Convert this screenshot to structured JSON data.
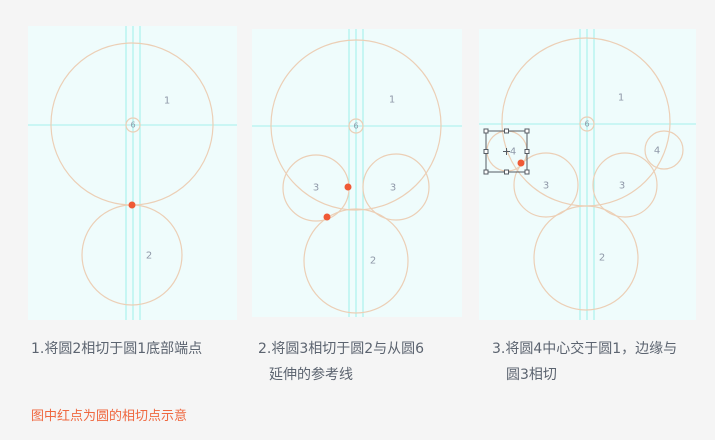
{
  "panels": [
    {
      "caption_line1": "1.将圆2相切于圆1底部端点",
      "caption_line2": "",
      "circles": [
        {
          "label": "1"
        },
        {
          "label": "6"
        },
        {
          "label": "2"
        }
      ]
    },
    {
      "caption_line1": "2.将圆3相切于圆2与从圆6",
      "caption_line2": "延伸的参考线",
      "circles": [
        {
          "label": "1"
        },
        {
          "label": "6"
        },
        {
          "label": "3"
        },
        {
          "label": "3"
        },
        {
          "label": "2"
        }
      ]
    },
    {
      "caption_line1": "3.将圆4中心交于圆1，边缘与",
      "caption_line2": "圆3相切",
      "circles": [
        {
          "label": "1"
        },
        {
          "label": "6"
        },
        {
          "label": "4"
        },
        {
          "label": "4"
        },
        {
          "label": "3"
        },
        {
          "label": "3"
        },
        {
          "label": "2"
        }
      ]
    }
  ],
  "note": "图中红点为圆的相切点示意",
  "colors": {
    "circle_stroke": "#eccfb6",
    "guide_line": "#a6f0ec",
    "tangent_dot": "#ef5a36",
    "note_text": "#ef6840",
    "panel_bg": "#effcfc"
  }
}
